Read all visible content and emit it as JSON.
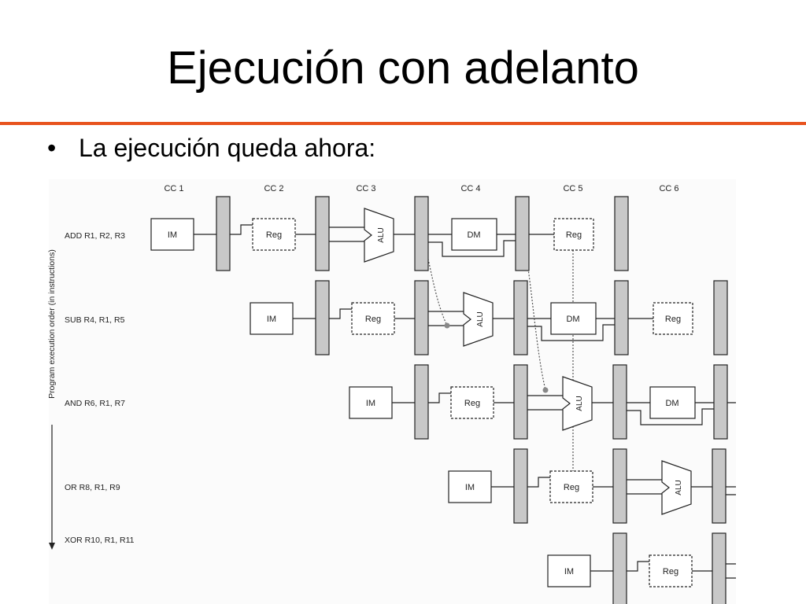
{
  "slide": {
    "title": "Ejecución con adelanto",
    "bullet": "La ejecución queda ahora:"
  },
  "diagram": {
    "clock_cycles": [
      "CC 1",
      "CC 2",
      "CC 3",
      "CC 4",
      "CC 5",
      "CC 6"
    ],
    "axis_label": "Program execution order (in instructions)",
    "instructions": [
      "ADD   R1, R2, R3",
      "SUB R4, R1, R5",
      "AND R6, R1, R7",
      "OR R8, R1, R9",
      "XOR R10, R1, R11"
    ],
    "stage_labels": {
      "im": "IM",
      "reg": "Reg",
      "alu": "ALU",
      "dm": "DM"
    }
  }
}
